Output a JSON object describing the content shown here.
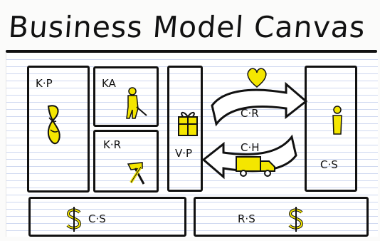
{
  "title": "Business Model Canvas",
  "blocks": {
    "key_partners": "K·P",
    "key_activities": "KA",
    "key_resources": "K·R",
    "value_propositions": "V·P",
    "customer_relationships": "C·R",
    "channels": "C·H",
    "customer_segments": "C·S",
    "cost_structure": "C·S",
    "revenue_streams": "R·S"
  },
  "icons": {
    "heart": "heart-icon",
    "gift": "gift-icon",
    "person": "person-icon",
    "worker": "worker-icon",
    "tools": "tools-icon",
    "truck": "truck-icon",
    "dollar": "dollar-icon",
    "handshake": "handshake-icon"
  },
  "colors": {
    "ink": "#111111",
    "highlight": "#f4e600",
    "paper_lines": "#cfd8f0"
  }
}
